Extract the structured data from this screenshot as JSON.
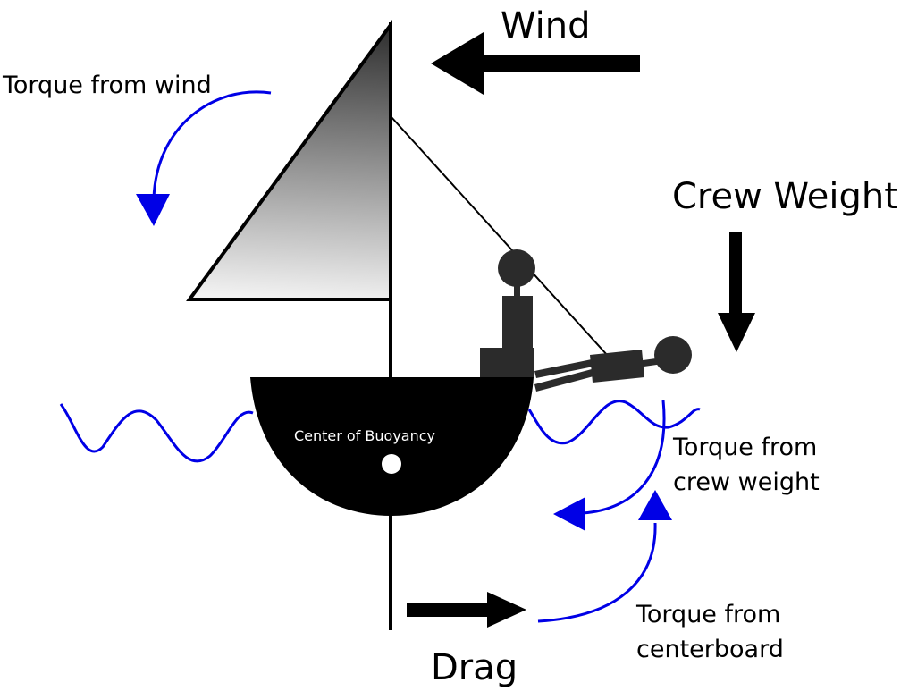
{
  "labels": {
    "wind": "Wind",
    "crew_weight": "Crew Weight",
    "drag": "Drag",
    "torque_wind": "Torque from wind",
    "torque_crew_line1": "Torque from",
    "torque_crew_line2": "crew weight",
    "torque_centerboard_line1": "Torque from",
    "torque_centerboard_line2": "centerboard",
    "center_of_buoyancy": "Center of Buoyancy"
  },
  "colors": {
    "torque_arrow": "#0000e6",
    "water": "#0000e6",
    "hull": "#000000",
    "crew": "#2b2b2b",
    "sail_dark": "#2e2e2e",
    "sail_light": "#f2f2f2"
  }
}
